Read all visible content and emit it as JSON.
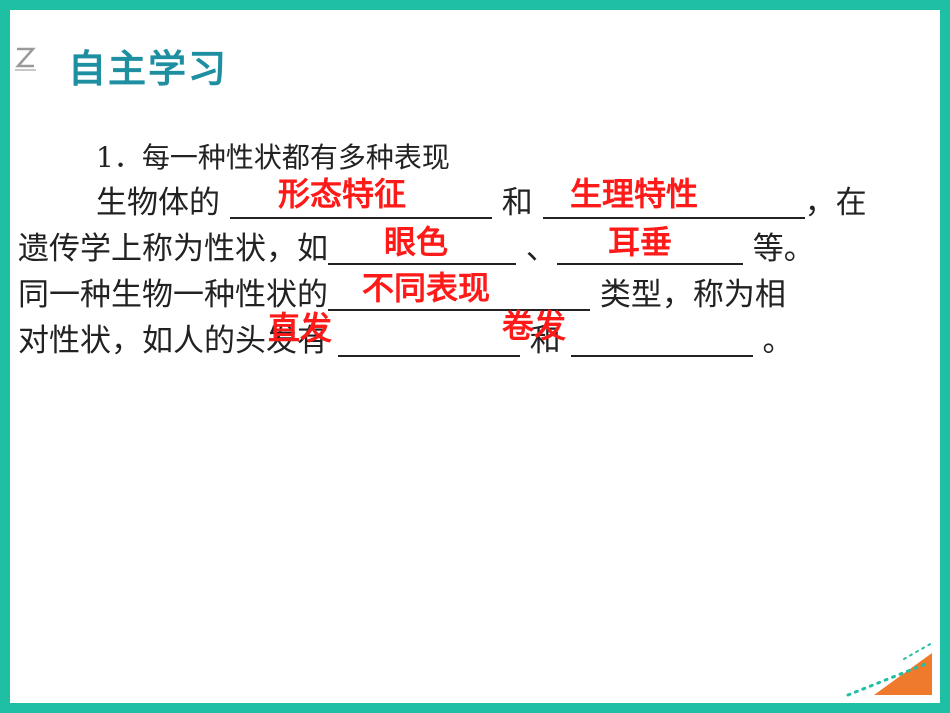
{
  "slide": {
    "title": "自主学习",
    "corner_icon": "z-mark-icon",
    "decoration_icon": "corner-triangle-icon",
    "accent_color": "#1fbfa3",
    "answer_color": "#ff1a1a"
  },
  "content": {
    "heading": "1．每一种性状都有多种表现",
    "line1": {
      "a": "生物体的",
      "b": "和",
      "c": "，在"
    },
    "line2": {
      "a": "遗传学上称为性状，如",
      "b": "、",
      "c": "等。"
    },
    "line3": {
      "a": "同一种生物一种性状的",
      "b": "类型，称为相"
    },
    "line4": {
      "a": "对性状，如人的头发有",
      "b": "和",
      "c": "。"
    }
  },
  "answers": {
    "a1": "形态特征",
    "a2": "生理特性",
    "a3": "眼色",
    "a4": "耳垂",
    "a5": "不同表现",
    "a6": "直发",
    "a7": "卷发"
  }
}
